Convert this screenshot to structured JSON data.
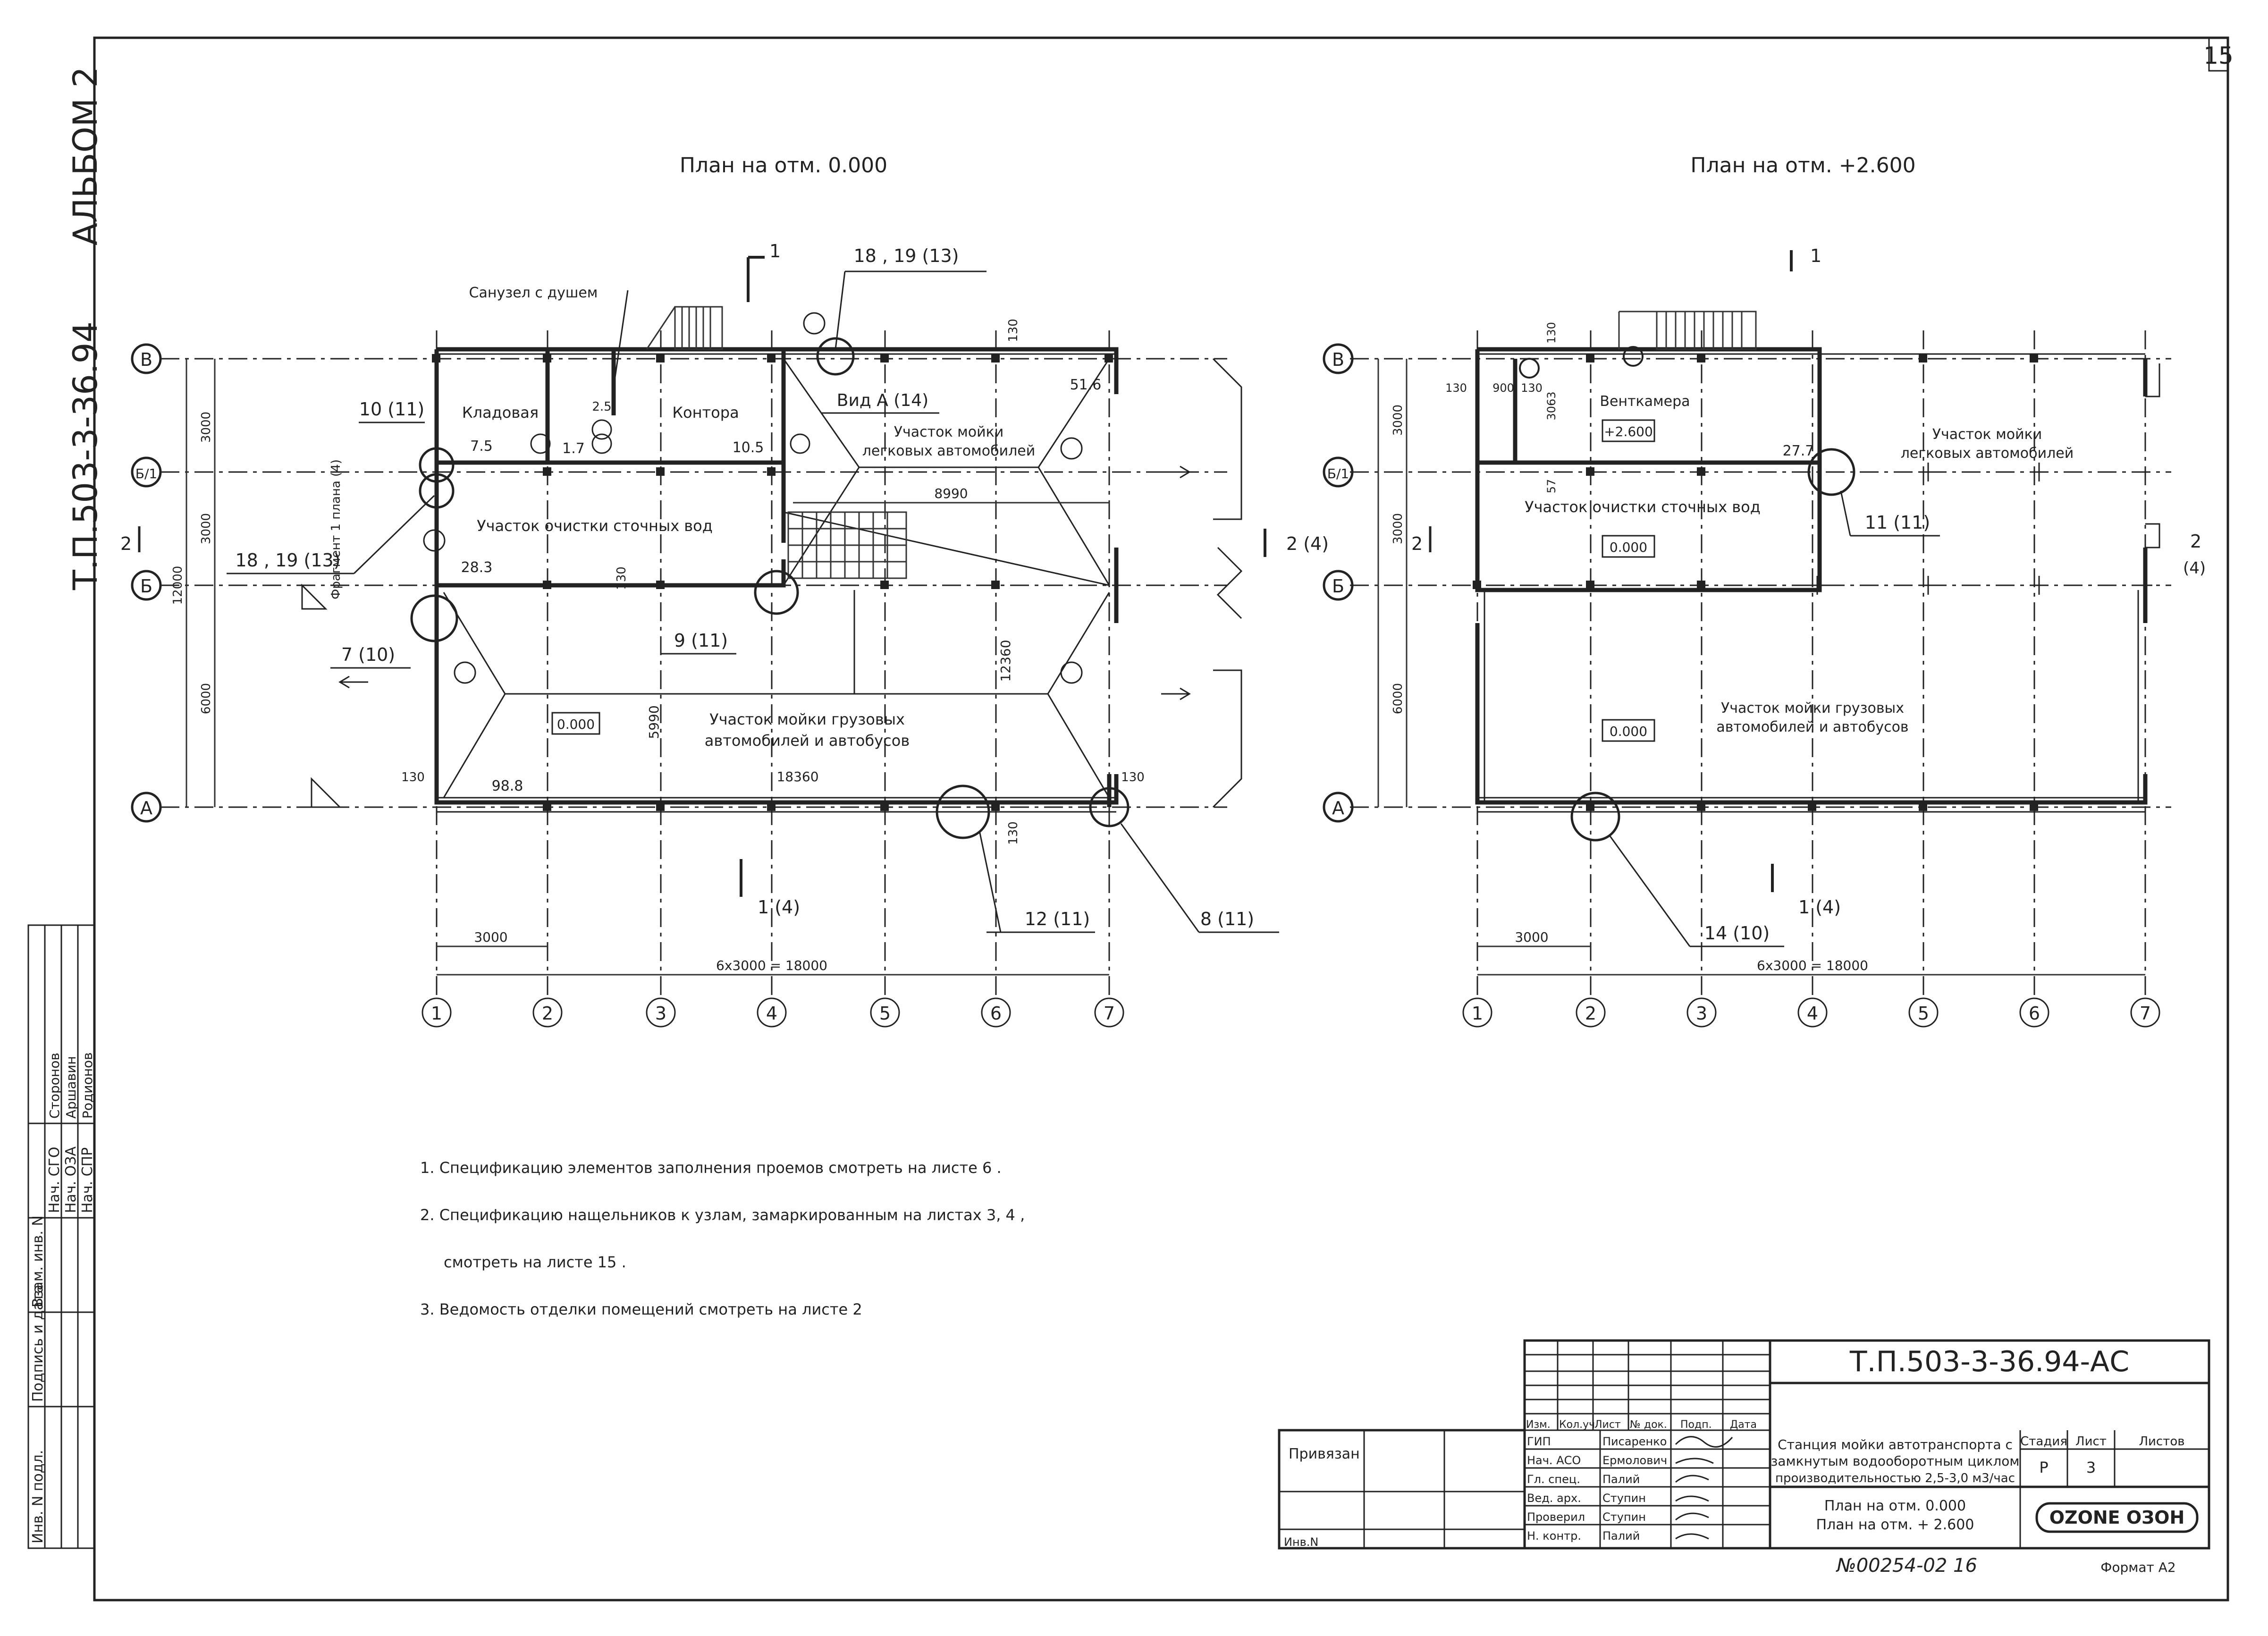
{
  "sheet": {
    "sheet_number": "15",
    "album": "АЛЬБОМ 2",
    "side_code": "Т.П.503-3-36.94",
    "format": "Формат А2",
    "inventory": "№00254-02  16"
  },
  "plan_left": {
    "title": "План  на  отм.  0.000",
    "rooms": {
      "sanuzel": "Санузел с душем",
      "kladovaya": "Кладовая",
      "kontora": "Контора",
      "legk_1": "Участок  мойки",
      "legk_2": "легковых  автомобилей",
      "ochistka": "Участок  очистки  сточных  вод",
      "gruz_1": "Участок  мойки грузовых",
      "gruz_2": "автомобилей  и  автобусов"
    },
    "level_mark": "0.000",
    "view_label": "Вид  А  (14)",
    "fragment_label": "Фрагмент  1  плана  (4)",
    "callouts": {
      "c1819_top": "18 , 19  (13)",
      "c1819_left": "18 , 19  (13)",
      "c1011": "10  (11)",
      "c710": "7  (10)",
      "c911": "9  (11)",
      "c1211": "12  (11)",
      "c811": "8  (11)",
      "sec1_top": "1",
      "sec1_bot": "1  (4)",
      "sec2_left": "2",
      "sec2_right": "2  (4)"
    },
    "slopes": {
      "s75": "7.5",
      "s17": "1.7",
      "s25": "2.5",
      "s105": "10.5",
      "s516": "51.6",
      "s283": "28.3",
      "s988": "98.8"
    },
    "dims": {
      "d3000a": "3000",
      "d3000b": "3000",
      "d12000": "12000",
      "d6000": "6000",
      "d8990": "8990",
      "d12360": "12360",
      "d5990": "5990",
      "d18360": "18360",
      "d130a": "130",
      "d130b": "130",
      "d130c": "130",
      "d130d": "130",
      "d130e": "130",
      "bay": "3000",
      "total": "6x3000 = 18000"
    },
    "axes_rows": [
      "В",
      "Б/1",
      "Б",
      "А"
    ],
    "axes_cols": [
      "1",
      "2",
      "3",
      "4",
      "5",
      "6",
      "7"
    ]
  },
  "plan_right": {
    "title": "План  на  отм.  +2.600",
    "rooms": {
      "ventkamera": "Венткамера",
      "legk_1": "Участок  мойки",
      "legk_2": "легковых  автомобилей",
      "ochistka": "Участок  очистки  сточных  вод",
      "gruz_1": "Участок мойки грузовых",
      "gruz_2": "автомобилей и автобусов"
    },
    "level_vent": "+2.600",
    "level_och": "0.000",
    "level_gruz": "0.000",
    "callouts": {
      "c1111": "11  (11)",
      "c1410": "14  (10)",
      "sec1_top": "1",
      "sec1_bot": "1  (4)",
      "sec2_left": "2",
      "sec2_right": "2",
      "sec2_right_sub": "(4)"
    },
    "slopes": {
      "s277": "27.7"
    },
    "dims": {
      "d3000a": "3000",
      "d3000b": "3000",
      "d6000": "6000",
      "d130": "130",
      "d130b": "130",
      "d130c": "130",
      "d900": "900",
      "d3063": "3063",
      "d57": "57",
      "bay": "3000",
      "total": "6x3000 = 18000"
    },
    "axes_rows": [
      "В",
      "Б/1",
      "Б",
      "А"
    ],
    "axes_cols": [
      "1",
      "2",
      "3",
      "4",
      "5",
      "6",
      "7"
    ]
  },
  "notes": [
    "1. Спецификацию  элементов  заполнения  проемов  смотреть  на  листе  6 .",
    "2. Спецификацию  нащельников  к  узлам,  замаркированным  на  листах  3,  4 ,",
    "смотреть   на  листе  15 .",
    "3. Ведомость  отделки  помещений  смотреть  на  листе  2"
  ],
  "title_block": {
    "code": "Т.П.503-3-36.94-АС",
    "privyazan": "Привязан",
    "inv": "Инв.N",
    "head": [
      "Изм.",
      "Кол.уч",
      "Лист",
      "№ док.",
      "Подп.",
      "Дата"
    ],
    "roles": [
      "ГИП",
      "Нач. АСО",
      "Гл. спец.",
      "Вед. арх.",
      "Проверил",
      "Н. контр."
    ],
    "names": [
      "Писаренко",
      "Ермолович",
      "Палий",
      "Ступин",
      "Ступин",
      "Палий"
    ],
    "project": [
      "Станция мойки автотранспорта с",
      "замкнутым водооборотным циклом",
      "производительностью 2,5-3,0 м3/час"
    ],
    "drawing": [
      "План на отм.   0.000",
      "План на отм. + 2.600"
    ],
    "stage_head": [
      "Стадия",
      "Лист",
      "Листов"
    ],
    "stage": "Р",
    "sheet": "3",
    "company": "OZONE ОЗОН"
  },
  "side_stamp": [
    "Инв. N подл.",
    "Подпись и дата",
    "Взам. инв. N",
    "Нач. СГО",
    "Нач. ОЗА",
    "Нач. СПР",
    "Сторонов",
    "Аршавин",
    "Родионов"
  ]
}
